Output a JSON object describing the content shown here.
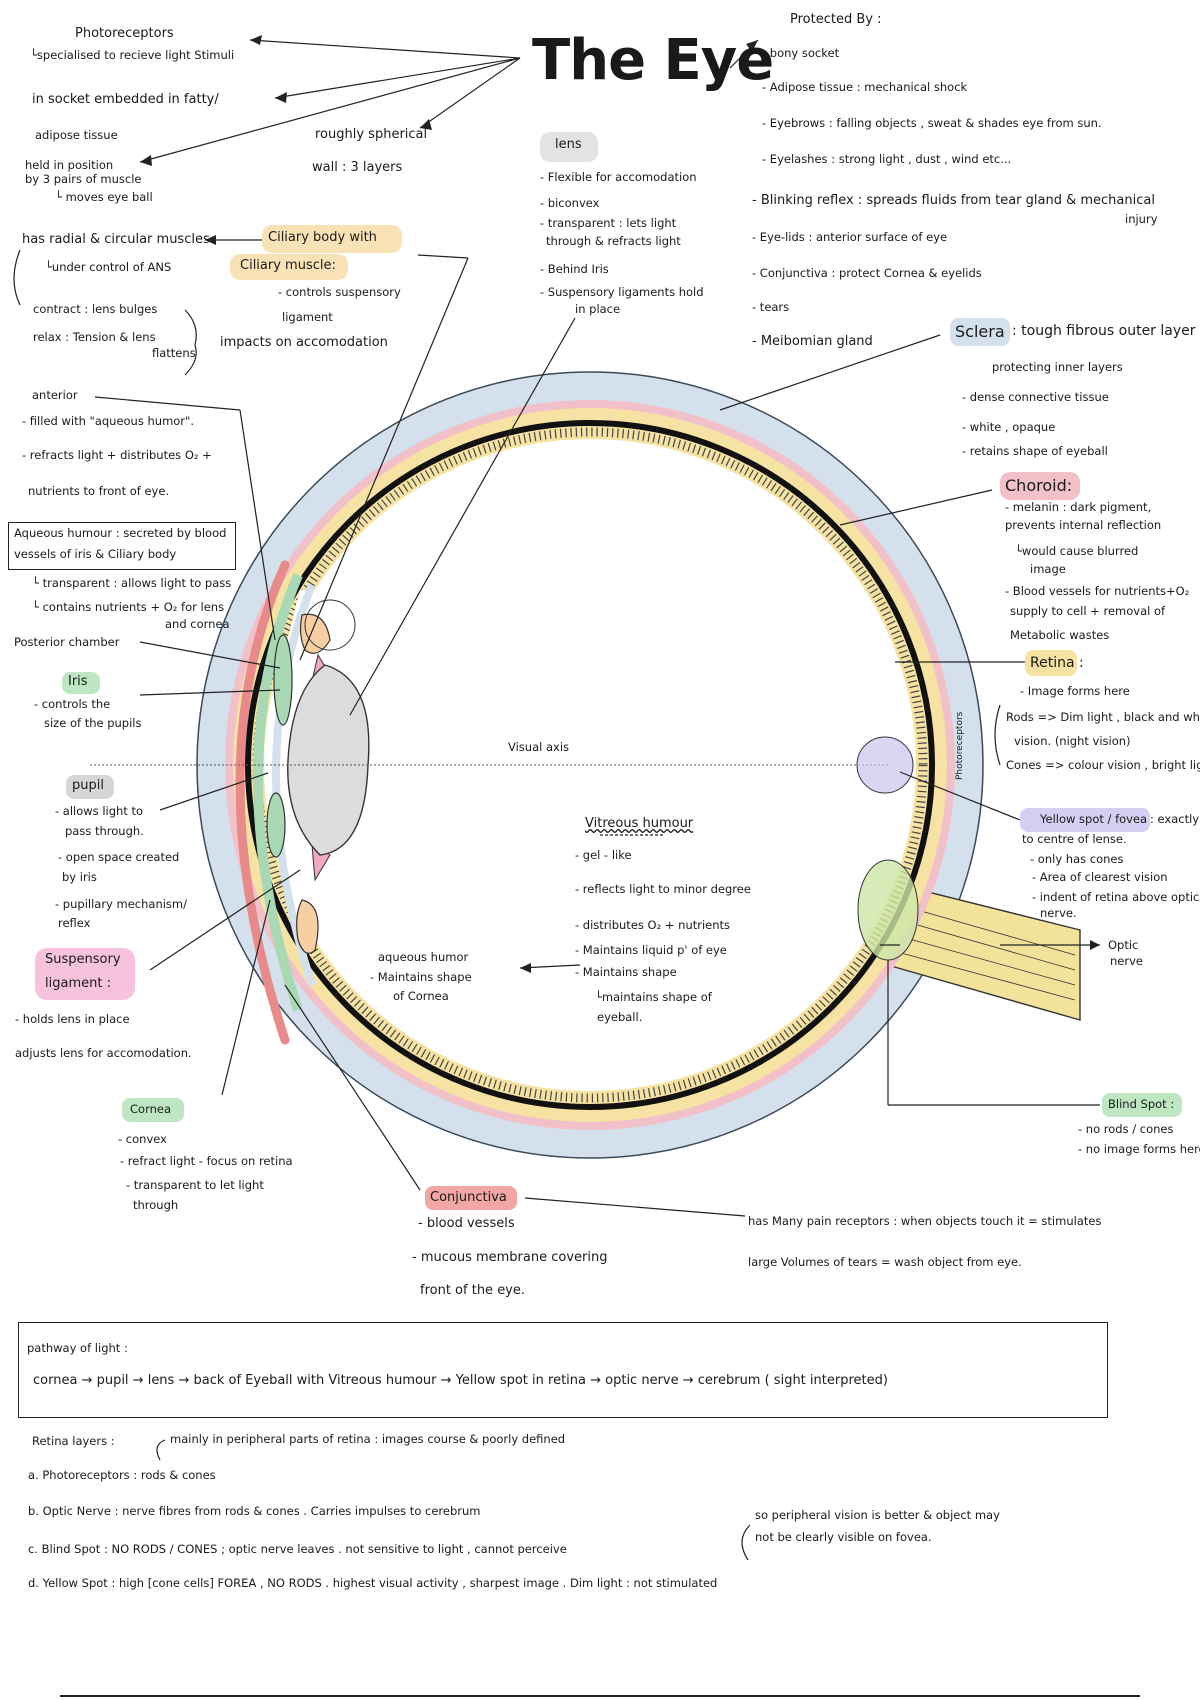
{
  "title": "The Eye",
  "colors": {
    "sclera": "#d4e1ec",
    "choroid": "#f2c0c8",
    "retina": "#f6e3a3",
    "lens": "#dcdcdc",
    "iris_green": "#a9d9b4",
    "cornea_red": "#e98a8a",
    "nerve": "#f3e29a",
    "ciliary_pink": "#f1a8c4",
    "skin": "#f7cfa3",
    "fovea_purple": "#c9c3ee",
    "blindspot_green": "#cde6a8"
  },
  "left": {
    "photoreceptors": "Photoreceptors",
    "photoreceptors_note": "└specialised to recieve light Stimuli",
    "socket": "in socket embedded in fatty/",
    "adipose": "adipose tissue",
    "held1": "held in position",
    "held2": "by 3 pairs of muscle",
    "held3": "└ moves eye ball",
    "roughly": "roughly spherical",
    "wall": "wall : 3 layers",
    "radial": "has radial & circular muscles",
    "ans": "└under control of ANS",
    "contract": "contract : lens bulges",
    "relax1": "relax : Tension & lens",
    "relax2": "flattens",
    "impacts": "impacts on accomodation",
    "ciliary_body": "Ciliary body with",
    "ciliary_muscle": "Ciliary muscle:",
    "controls_susp1": "- controls suspensory",
    "controls_susp2": "ligament",
    "anterior": "anterior",
    "filled": "- filled with \"aqueous humor\".",
    "refracts": "- refracts light + distributes O₂ +",
    "nutrients_front": "nutrients to front of eye.",
    "aq_box1": "Aqueous humour : secreted by blood",
    "aq_box2": "vessels of iris & Ciliary body",
    "transparent": "└ transparent : allows light to pass",
    "contains1": "└ contains nutrients + O₂ for lens",
    "contains2": "and cornea",
    "posterior": "Posterior chamber",
    "iris": "Iris",
    "iris_note1": "- controls the",
    "iris_note2": "size of the pupils",
    "pupil": "pupil",
    "pupil1": "- allows light to",
    "pupil2": "pass through.",
    "pupil3": "- open space created",
    "pupil4": "by iris",
    "pupil5": "- pupillary mechanism/",
    "pupil6": "reflex",
    "suspensory1": "Suspensory",
    "suspensory2": "ligament :",
    "holds": "- holds lens in place",
    "adjusts": "adjusts lens for accomodation.",
    "cornea": "Cornea",
    "cornea1": "- convex",
    "cornea2": "- refract light - focus on retina",
    "cornea3": "- transparent to let light",
    "cornea4": "through"
  },
  "middle": {
    "lens": "lens",
    "lens1": "- Flexible for accomodation",
    "lens2": "- biconvex",
    "lens3": "- transparent : lets light",
    "lens4": "through & refracts light",
    "lens5": "- Behind Iris",
    "lens6": "- Suspensory ligaments hold",
    "lens7": "in place",
    "visual_axis": "Visual axis",
    "vitreous": "Vitreous humour",
    "vit1": "- gel - like",
    "vit2": "- reflects light to minor degree",
    "vit3": "- distributes O₂ + nutrients",
    "vit4": "- Maintains liquid p' of eye",
    "vit5": "- Maintains shape",
    "vit6": "└maintains shape of",
    "vit7": "eyeball.",
    "aqueous_humor": "aqueous humor",
    "aq_shape1": "- Maintains shape",
    "aq_shape2": "of Cornea",
    "conjunctiva": "Conjunctiva",
    "conj1": "- blood vessels",
    "conj2": "- mucous membrane covering",
    "conj3": "front of the eye.",
    "pain": "has Many pain receptors : when objects touch it = stimulates",
    "tears": "large Volumes of tears = wash object from eye."
  },
  "right": {
    "protected": "Protected By :",
    "p1": "- bony socket",
    "p2": "- Adipose tissue : mechanical shock",
    "p3": "- Eyebrows : falling objects , sweat & shades eye from sun.",
    "p4": "- Eyelashes : strong light , dust , wind etc...",
    "p5": "- Blinking reflex : spreads fluids from tear gland & mechanical",
    "p5b": "injury",
    "p6": "- Eye-lids : anterior surface of eye",
    "p7": "- Conjunctiva : protect Cornea & eyelids",
    "p8": "- tears",
    "p9": "- Meibomian gland",
    "sclera": "Sclera",
    "sclera_desc": ": tough fibrous outer layer",
    "sclera2": "protecting inner layers",
    "sclera3": "- dense connective tissue",
    "sclera4": "- white , opaque",
    "sclera5": "- retains shape of eyeball",
    "choroid": "Choroid:",
    "ch1": "- melanin : dark pigment,",
    "ch2": "prevents internal reflection",
    "ch3": "└would cause blurred",
    "ch4": "image",
    "ch5": "- Blood vessels for nutrients+O₂",
    "ch6": "supply to cell + removal of",
    "ch7": "Metabolic wastes",
    "retina": "Retina :",
    "r1": "- Image forms here",
    "r2": "Rods => Dim light , black and white",
    "r3": "vision. (night vision)",
    "r4": "Cones => colour vision , bright light",
    "photoreceptors_side": "Photoreceptors",
    "yellow_spot": "Yellow spot / fovea",
    "ys0": ": exactly",
    "ys1": "to centre of lense.",
    "ys2": "- only has cones",
    "ys3": "- Area of clearest vision",
    "ys4": "- indent of retina above optic",
    "ys5": "nerve.",
    "optic_nerve1": "Optic",
    "optic_nerve2": "nerve",
    "blind_spot": "Blind Spot :",
    "bs1": "- no rods / cones",
    "bs2": "- no image forms here"
  },
  "pathway": {
    "label": "pathway of light :",
    "steps": "cornea → pupil → lens → back of Eyeball with Vitreous humour → Yellow spot in retina → optic nerve → cerebrum ( sight interpreted)"
  },
  "retina_layers": {
    "label": "Retina layers :",
    "note": "mainly in peripheral parts of retina : images course & poorly defined",
    "a": "a. Photoreceptors : rods & cones",
    "b": "b. Optic Nerve : nerve fibres from rods & cones . Carries impulses to cerebrum",
    "c": "c. Blind Spot : NO RODS / CONES ; optic nerve leaves . not sensitive to light , cannot perceive",
    "d": "d. Yellow Spot : high [cone cells] FOREA , NO RODS . highest visual activity , sharpest image . Dim light : not stimulated",
    "side1": "so peripheral vision is better & object may",
    "side2": "not be clearly visible on fovea."
  }
}
